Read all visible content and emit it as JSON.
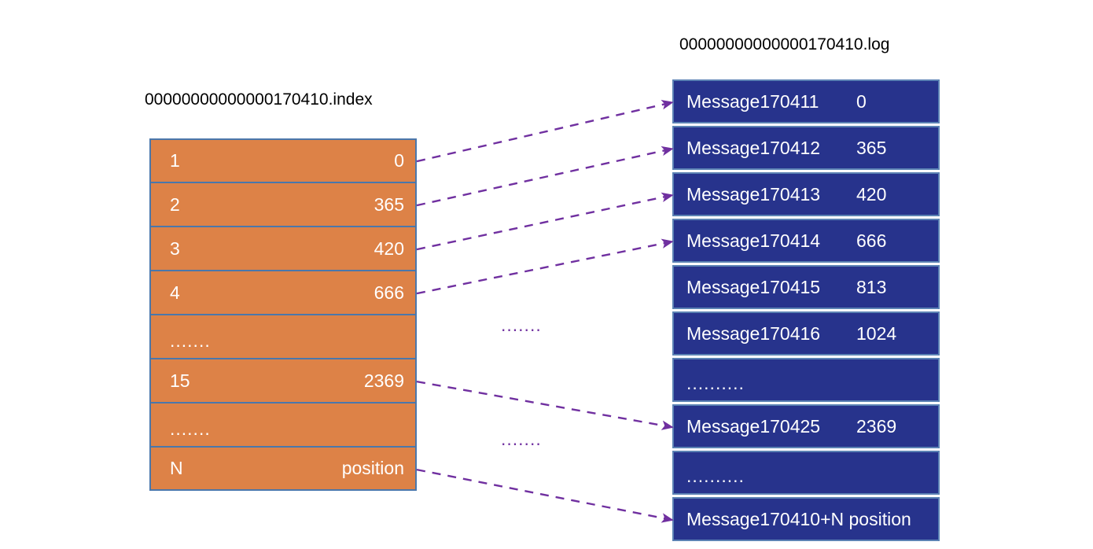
{
  "diagram": {
    "title_index_file": "00000000000000170410.index",
    "title_log_file": "00000000000000170410.log",
    "colors": {
      "index_fill": "#DD8247",
      "index_border": "#4A77AB",
      "log_fill": "#27338C",
      "log_border": "#5B82B4",
      "arrow": "#7030A0",
      "text_on_cell": "#FFFFFF",
      "title_text": "#000000",
      "background": "#FFFFFF"
    },
    "index_table": {
      "name": "index-file-table",
      "rows": [
        {
          "key": "1",
          "value": "0",
          "type": "entry"
        },
        {
          "key": "2",
          "value": "365",
          "type": "entry"
        },
        {
          "key": "3",
          "value": "420",
          "type": "entry"
        },
        {
          "key": "4",
          "value": "666",
          "type": "entry"
        },
        {
          "key": ".......",
          "value": "",
          "type": "ellipsis"
        },
        {
          "key": "15",
          "value": "2369",
          "type": "entry"
        },
        {
          "key": ".......",
          "value": "",
          "type": "ellipsis"
        },
        {
          "key": "N",
          "value": "position",
          "type": "entry"
        }
      ]
    },
    "log_table": {
      "name": "log-file-table",
      "rows": [
        {
          "key": "Message170411",
          "value": "0",
          "type": "entry"
        },
        {
          "key": "Message170412",
          "value": "365",
          "type": "entry"
        },
        {
          "key": "Message170413",
          "value": "420",
          "type": "entry"
        },
        {
          "key": "Message170414",
          "value": "666",
          "type": "entry"
        },
        {
          "key": "Message170415",
          "value": "813",
          "type": "entry"
        },
        {
          "key": "Message170416",
          "value": "1024",
          "type": "entry"
        },
        {
          "key": "..........",
          "value": "",
          "type": "ellipsis"
        },
        {
          "key": "Message170425",
          "value": "2369",
          "type": "entry"
        },
        {
          "key": "..........",
          "value": "",
          "type": "ellipsis"
        },
        {
          "key": "Message170410+N position",
          "value": "",
          "type": "full"
        }
      ]
    },
    "middle_ellipsis": [
      {
        "label": "......."
      },
      {
        "label": "......."
      }
    ],
    "arrows": [
      {
        "from_index_row": 0,
        "to_log_row": 0
      },
      {
        "from_index_row": 1,
        "to_log_row": 1
      },
      {
        "from_index_row": 2,
        "to_log_row": 2
      },
      {
        "from_index_row": 3,
        "to_log_row": 3
      },
      {
        "from_index_row": 5,
        "to_log_row": 7
      },
      {
        "from_index_row": 7,
        "to_log_row": 9
      }
    ]
  }
}
